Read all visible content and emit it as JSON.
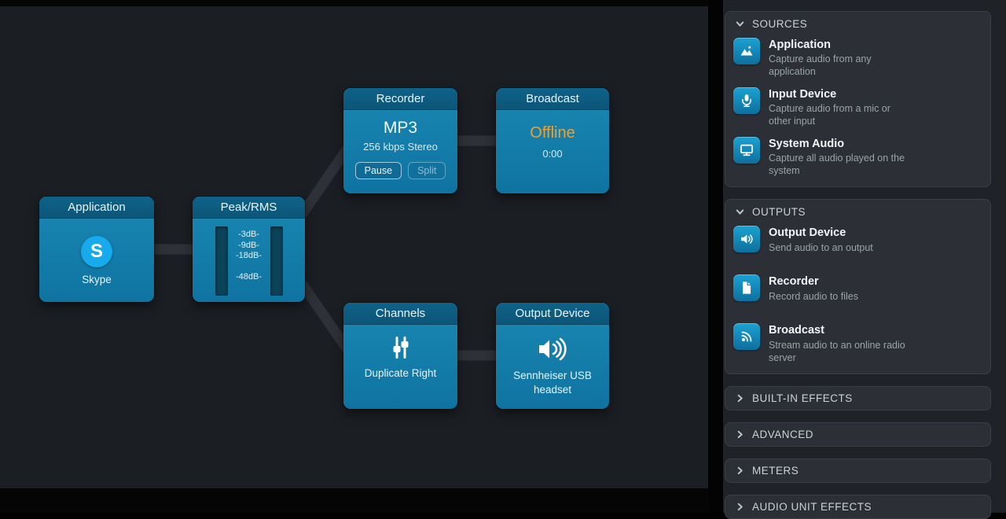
{
  "canvas": {
    "blocks": {
      "application": {
        "title": "Application",
        "app_name": "Skype",
        "badge_letter": "S"
      },
      "peak_rms": {
        "title": "Peak/RMS",
        "ticks": [
          "-3dB-",
          "-9dB-",
          "-18dB-",
          "-48dB-"
        ]
      },
      "recorder": {
        "title": "Recorder",
        "format": "MP3",
        "detail": "256 kbps Stereo",
        "pause": "Pause",
        "split": "Split"
      },
      "broadcast": {
        "title": "Broadcast",
        "status": "Offline",
        "timer": "0:00"
      },
      "channels": {
        "title": "Channels",
        "mode": "Duplicate Right"
      },
      "output_device": {
        "title": "Output Device",
        "device": "Sennheiser USB headset"
      }
    }
  },
  "sidebar": {
    "sources": {
      "label": "SOURCES",
      "items": [
        {
          "title": "Application",
          "desc": "Capture audio from any application",
          "icon": "application-icon"
        },
        {
          "title": "Input Device",
          "desc": "Capture audio from a mic or other input",
          "icon": "microphone-icon"
        },
        {
          "title": "System Audio",
          "desc": "Capture all audio played on the system",
          "icon": "monitor-icon"
        }
      ]
    },
    "outputs": {
      "label": "OUTPUTS",
      "items": [
        {
          "title": "Output Device",
          "desc": "Send audio to an output",
          "icon": "speaker-icon"
        },
        {
          "title": "Recorder",
          "desc": "Record audio to files",
          "icon": "file-icon"
        },
        {
          "title": "Broadcast",
          "desc": "Stream audio to an online radio server",
          "icon": "broadcast-icon"
        }
      ]
    },
    "collapsed": [
      {
        "label": "BUILT-IN EFFECTS"
      },
      {
        "label": "ADVANCED"
      },
      {
        "label": "METERS"
      },
      {
        "label": "AUDIO UNIT EFFECTS"
      }
    ]
  },
  "colors": {
    "block_body": "#1180AA",
    "block_header": "#0D5A7D",
    "sidebar_icon": "#1492C2",
    "offline_status": "#F0A030",
    "skype_blue": "#17AAEC",
    "pipe": "#2E3238"
  }
}
